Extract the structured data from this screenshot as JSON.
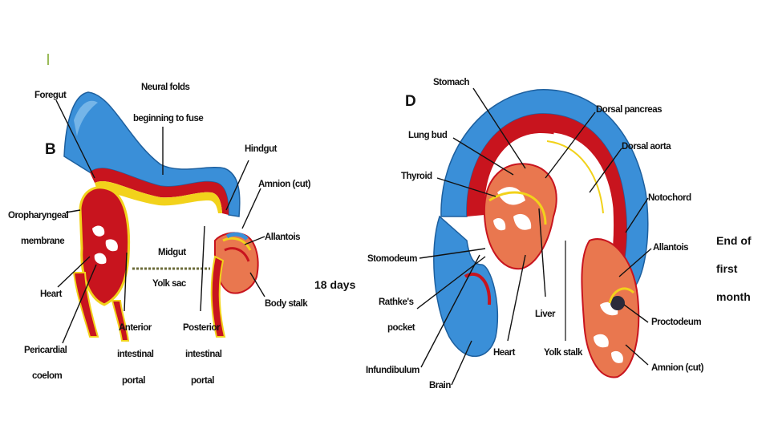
{
  "panel_b": {
    "letter": "B",
    "labels": {
      "foregut": "Foregut",
      "neural_folds_1": "Neural folds",
      "neural_folds_2": "beginning to fuse",
      "hindgut": "Hindgut",
      "amnion_cut": "Amnion (cut)",
      "allantois": "Allantois",
      "oropharyngeal_1": "Oropharyngeal",
      "oropharyngeal_2": "membrane",
      "midgut": "Midgut",
      "yolk_sac": "Yolk sac",
      "heart": "Heart",
      "body_stalk": "Body stalk",
      "pericardial_1": "Pericardial",
      "pericardial_2": "coelom",
      "anterior_1": "Anterior",
      "anterior_2": "intestinal",
      "anterior_3": "portal",
      "posterior_1": "Posterior",
      "posterior_2": "intestinal",
      "posterior_3": "portal"
    },
    "age": "18 days"
  },
  "panel_d": {
    "letter": "D",
    "labels": {
      "stomach": "Stomach",
      "dorsal_pancreas": "Dorsal pancreas",
      "lung_bud": "Lung bud",
      "dorsal_aorta": "Dorsal aorta",
      "thyroid": "Thyroid",
      "notochord": "Notochord",
      "allantois": "Allantois",
      "stomodeum": "Stomodeum",
      "rathkes_1": "Rathke's",
      "rathkes_2": "pocket",
      "liver": "Liver",
      "proctodeum": "Proctodeum",
      "heart": "Heart",
      "yolk_stalk": "Yolk stalk",
      "amnion_cut": "Amnion (cut)",
      "infundibulum": "Infundibulum",
      "brain": "Brain"
    },
    "age_1": "End of",
    "age_2": "first",
    "age_3": "month"
  },
  "colors": {
    "ectoderm_blue": "#3a8fd8",
    "mesoderm_red": "#c8141e",
    "endoderm_yellow": "#f2d21b",
    "tissue_orange": "#e9774f"
  }
}
